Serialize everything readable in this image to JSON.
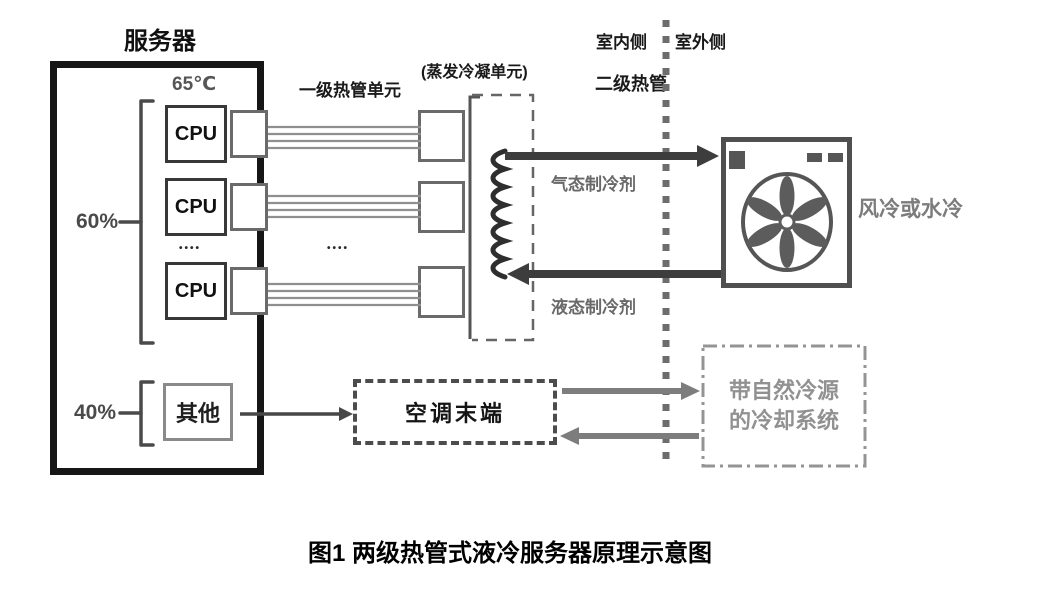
{
  "caption": "图1 两级热管式液冷服务器原理示意图",
  "server": {
    "title": "服务器",
    "temp": "65℃",
    "cpu": "CPU",
    "dots": "••••",
    "cpu_share": "60%",
    "other_share": "40%",
    "other": "其他"
  },
  "primary_unit": {
    "label": "一级热管单元",
    "sublabel": "(蒸发冷凝单元)",
    "dots": "••••"
  },
  "boundary": {
    "indoor": "室内侧",
    "outdoor": "室外侧",
    "secondary_pipe": "二级热管"
  },
  "refrigerant": {
    "gas": "气态制冷剂",
    "liquid": "液态制冷剂"
  },
  "outdoor_unit": {
    "cooling_mode": "风冷或水冷"
  },
  "ac_terminal": {
    "label": "空调末端"
  },
  "natural_cooling": {
    "line1": "带自然冷源",
    "line2": "的冷却系统"
  },
  "colors": {
    "dark_line": "#3d3d3d",
    "gray_line": "#7d7d7d",
    "gray_text": "#696969",
    "black": "#161616"
  }
}
